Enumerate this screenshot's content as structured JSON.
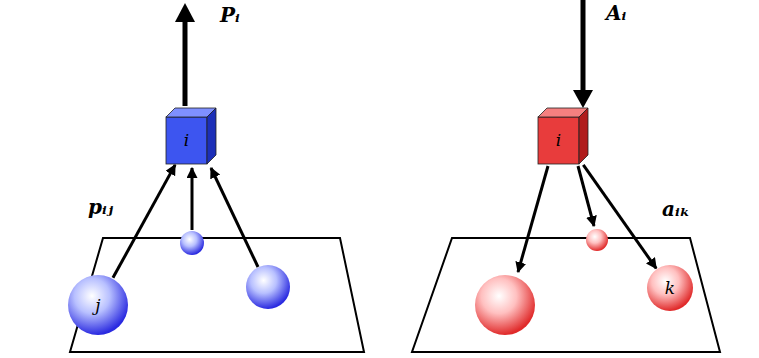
{
  "diagram": {
    "nodes": [
      {
        "text": [
          "i"
        ]
      },
      {
        "text": [
          "j"
        ]
      },
      {
        "text": [
          "i"
        ]
      },
      {
        "text": [
          "k"
        ]
      }
    ],
    "edges": [
      {
        "from": 1,
        "to": 0,
        "arrow": "to",
        "label": "pᵢⱼ"
      },
      {
        "from": 2,
        "to": 3,
        "arrow": "to",
        "label": "aᵢₖ"
      }
    ],
    "labels": [
      "Pᵢ",
      "Aᵢ"
    ]
  }
}
